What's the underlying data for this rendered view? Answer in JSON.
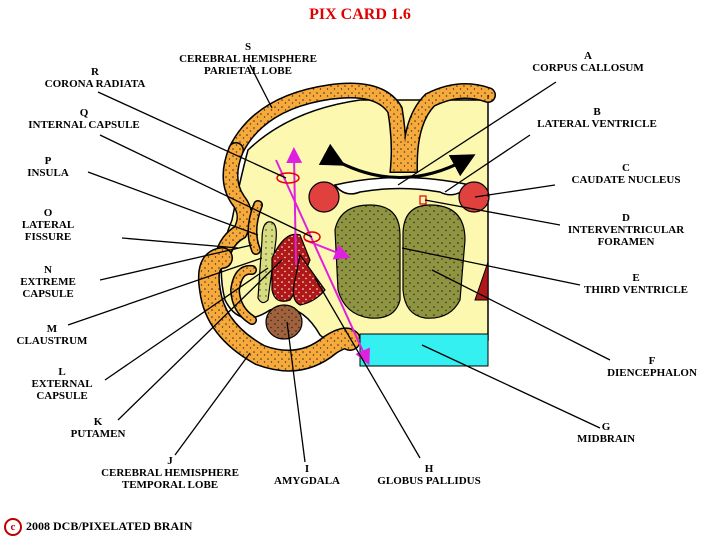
{
  "title": "PIX CARD 1.6",
  "copyright": "2008  DCB/PIXELATED BRAIN",
  "copyright_symbol": "c",
  "labels": {
    "A": {
      "letter": "A",
      "lines": [
        "CORPUS CALLOSUM"
      ]
    },
    "B": {
      "letter": "B",
      "lines": [
        "LATERAL VENTRICLE"
      ]
    },
    "C": {
      "letter": "C",
      "lines": [
        "CAUDATE NUCLEUS"
      ]
    },
    "D": {
      "letter": "D",
      "lines": [
        "INTERVENTRICULAR",
        "FORAMEN"
      ]
    },
    "E": {
      "letter": "E",
      "lines": [
        "THIRD VENTRICLE"
      ]
    },
    "F": {
      "letter": "F",
      "lines": [
        "DIENCEPHALON"
      ]
    },
    "G": {
      "letter": "G",
      "lines": [
        "MIDBRAIN"
      ]
    },
    "H": {
      "letter": "H",
      "lines": [
        "GLOBUS PALLIDUS"
      ]
    },
    "I": {
      "letter": "I",
      "lines": [
        "AMYGDALA"
      ]
    },
    "J": {
      "letter": "J",
      "lines": [
        "CEREBRAL HEMISPHERE",
        "TEMPORAL LOBE"
      ]
    },
    "K": {
      "letter": "K",
      "lines": [
        "PUTAMEN"
      ]
    },
    "L": {
      "letter": "L",
      "lines": [
        "EXTERNAL",
        "CAPSULE"
      ]
    },
    "M": {
      "letter": "M",
      "lines": [
        "CLAUSTRUM"
      ]
    },
    "N": {
      "letter": "N",
      "lines": [
        "EXTREME",
        "CAPSULE"
      ]
    },
    "O": {
      "letter": "O",
      "lines": [
        "LATERAL",
        "FISSURE"
      ]
    },
    "P": {
      "letter": "P",
      "lines": [
        "INSULA"
      ]
    },
    "Q": {
      "letter": "Q",
      "lines": [
        "INTERNAL CAPSULE"
      ]
    },
    "R": {
      "letter": "R",
      "lines": [
        "CORONA RADIATA"
      ]
    },
    "S": {
      "letter": "S",
      "lines": [
        "CEREBRAL HEMISPHERE",
        "PARIETAL LOBE"
      ]
    }
  },
  "colors": {
    "title": "#e00000",
    "cortex": "#f7a93a",
    "white_matter": "#fcf8b0",
    "diencephalon": "#8e9440",
    "caudate": "#e0403e",
    "putamen": "#b01818",
    "amygdala": "#a0623c",
    "midbrain": "#35f0f0",
    "claustrum": "#d8dc80",
    "arrow": "#e020e0"
  }
}
